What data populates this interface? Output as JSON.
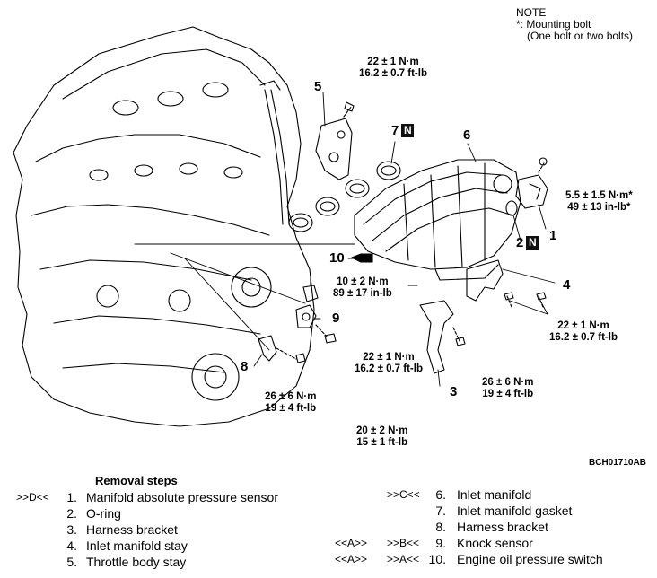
{
  "note": {
    "title": "NOTE",
    "line1": "*: Mounting bolt",
    "line2": "(One bolt or two bolts)"
  },
  "figure_code": "BCH01710AB",
  "callouts": {
    "c1": "1",
    "c2": "2",
    "c3": "3",
    "c4": "4",
    "c5": "5",
    "c6": "6",
    "c7": "7",
    "c8": "8",
    "c9": "9",
    "c10": "10",
    "n_mark": "N"
  },
  "torques": {
    "t_top_a": "22 ± 1 N·m",
    "t_top_b": "16.2 ± 0.7 ft-lb",
    "t_right_a": "5.5 ± 1.5 N·m*",
    "t_right_b": "49 ± 13 in-lb*",
    "t_mid_a": "10 ± 2 N·m",
    "t_mid_b": "89 ± 17 in-lb",
    "t_rlow_a": "22 ± 1 N·m",
    "t_rlow_b": "16.2 ± 0.7 ft-lb",
    "t_cen_a": "22 ± 1 N·m",
    "t_cen_b": "16.2 ± 0.7 ft-lb",
    "t_r26_a": "26 ± 6 N·m",
    "t_r26_b": "19 ± 4 ft-lb",
    "t_l26_a": "26 ± 6 N·m",
    "t_l26_b": "19 ± 4 ft-lb",
    "t_bot_a": "20 ± 2 N·m",
    "t_bot_b": "15 ± 1 ft-lb"
  },
  "removal": {
    "title": "Removal steps",
    "left": [
      {
        "mark1": ">>D<<",
        "mark2": "",
        "num": "1.",
        "label": "Manifold absolute pressure sensor"
      },
      {
        "mark1": "",
        "mark2": "",
        "num": "2.",
        "label": "O-ring"
      },
      {
        "mark1": "",
        "mark2": "",
        "num": "3.",
        "label": "Harness bracket"
      },
      {
        "mark1": "",
        "mark2": "",
        "num": "4.",
        "label": "Inlet manifold stay"
      },
      {
        "mark1": "",
        "mark2": "",
        "num": "5.",
        "label": "Throttle body stay"
      }
    ],
    "right": [
      {
        "mark1": "",
        "mark2": ">>C<<",
        "num": "6.",
        "label": "Inlet manifold"
      },
      {
        "mark1": "",
        "mark2": "",
        "num": "7.",
        "label": "Inlet manifold gasket"
      },
      {
        "mark1": "",
        "mark2": "",
        "num": "8.",
        "label": "Harness bracket"
      },
      {
        "mark1": "<<A>>",
        "mark2": ">>B<<",
        "num": "9.",
        "label": "Knock sensor"
      },
      {
        "mark1": "<<A>>",
        "mark2": ">>A<<",
        "num": "10.",
        "label": "Engine oil pressure switch"
      }
    ]
  }
}
